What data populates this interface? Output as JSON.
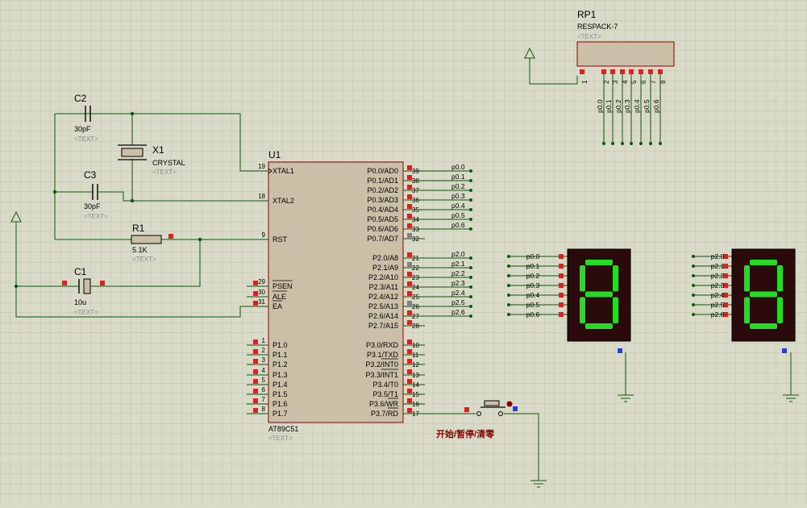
{
  "colors": {
    "background": "#d9dbc8",
    "grid": "#c4c6b2",
    "wire": "#0a5a0a",
    "body": "#cbbfa8",
    "body_border": "#8b0000",
    "pin_red": "#e02020",
    "pin_blue": "#2040e0",
    "pin_gray": "#808080",
    "seg_on": "#22dd22",
    "seg_off": "#555555",
    "display_bg": "#2a0a0a",
    "label_dark_red": "#8b0000"
  },
  "placeholder": "<TEXT>",
  "u1": {
    "ref": "U1",
    "part": "AT89C51",
    "left_pins": [
      {
        "num": "19",
        "name": "XTAL1"
      },
      {
        "num": "18",
        "name": "XTAL2"
      },
      {
        "num": "9",
        "name": "RST"
      },
      {
        "num": "29",
        "name": "PSEN"
      },
      {
        "num": "30",
        "name": "ALE"
      },
      {
        "num": "31",
        "name": "EA"
      },
      {
        "num": "1",
        "name": "P1.0"
      },
      {
        "num": "2",
        "name": "P1.1"
      },
      {
        "num": "3",
        "name": "P1.2"
      },
      {
        "num": "4",
        "name": "P1.3"
      },
      {
        "num": "5",
        "name": "P1.4"
      },
      {
        "num": "6",
        "name": "P1.5"
      },
      {
        "num": "7",
        "name": "P1.6"
      },
      {
        "num": "8",
        "name": "P1.7"
      }
    ],
    "right_pins": [
      {
        "num": "39",
        "name": "P0.0/AD0"
      },
      {
        "num": "38",
        "name": "P0.1/AD1"
      },
      {
        "num": "37",
        "name": "P0.2/AD2"
      },
      {
        "num": "36",
        "name": "P0.3/AD3"
      },
      {
        "num": "35",
        "name": "P0.4/AD4"
      },
      {
        "num": "34",
        "name": "P0.5/AD5"
      },
      {
        "num": "33",
        "name": "P0.6/AD6"
      },
      {
        "num": "32",
        "name": "P0.7/AD7"
      },
      {
        "num": "21",
        "name": "P2.0/A8"
      },
      {
        "num": "22",
        "name": "P2.1/A9"
      },
      {
        "num": "23",
        "name": "P2.2/A10"
      },
      {
        "num": "24",
        "name": "P2.3/A11"
      },
      {
        "num": "25",
        "name": "P2.4/A12"
      },
      {
        "num": "26",
        "name": "P2.5/A13"
      },
      {
        "num": "27",
        "name": "P2.6/A14"
      },
      {
        "num": "28",
        "name": "P2.7/A15"
      },
      {
        "num": "10",
        "name": "P3.0/RXD"
      },
      {
        "num": "11",
        "name": "P3.1/TXD"
      },
      {
        "num": "12",
        "name": "P3.2/INT0"
      },
      {
        "num": "13",
        "name": "P3.3/INT1"
      },
      {
        "num": "14",
        "name": "P3.4/T0"
      },
      {
        "num": "15",
        "name": "P3.5/T1"
      },
      {
        "num": "16",
        "name": "P3.6/WR"
      },
      {
        "num": "17",
        "name": "P3.7/RD"
      }
    ]
  },
  "p0_nets": [
    "p0.0",
    "p0.1",
    "p0.2",
    "p0.3",
    "p0.4",
    "p0.5",
    "p0.6"
  ],
  "p2_nets": [
    "p2.0",
    "p2.1",
    "p2.2",
    "p2.3",
    "p2.4",
    "p2.5",
    "p2.6"
  ],
  "c2": {
    "ref": "C2",
    "value": "30pF"
  },
  "c3": {
    "ref": "C3",
    "value": "30pF"
  },
  "x1": {
    "ref": "X1",
    "value": "CRYSTAL"
  },
  "r1": {
    "ref": "R1",
    "value": "5.1K"
  },
  "c1": {
    "ref": "C1",
    "value": "10u"
  },
  "rp1": {
    "ref": "RP1",
    "value": "RESPACK-7",
    "pins": [
      "1",
      "2",
      "3",
      "4",
      "5",
      "6",
      "7",
      "8"
    ],
    "nets": [
      "p0.0",
      "p0.1",
      "p0.2",
      "p0.3",
      "p0.4",
      "p0.5",
      "p0.6"
    ]
  },
  "display1": {
    "nets": [
      "p0.0",
      "p0.1",
      "p0.2",
      "p0.3",
      "p0.4",
      "p0.5",
      "p0.6"
    ],
    "digit": "8"
  },
  "display2": {
    "nets": [
      "p2.0",
      "p2.1",
      "p2.2",
      "p2.3",
      "p2.4",
      "p2.5",
      "p2.6"
    ],
    "digit": "8"
  },
  "switch_label": "开始/暂停/清零"
}
